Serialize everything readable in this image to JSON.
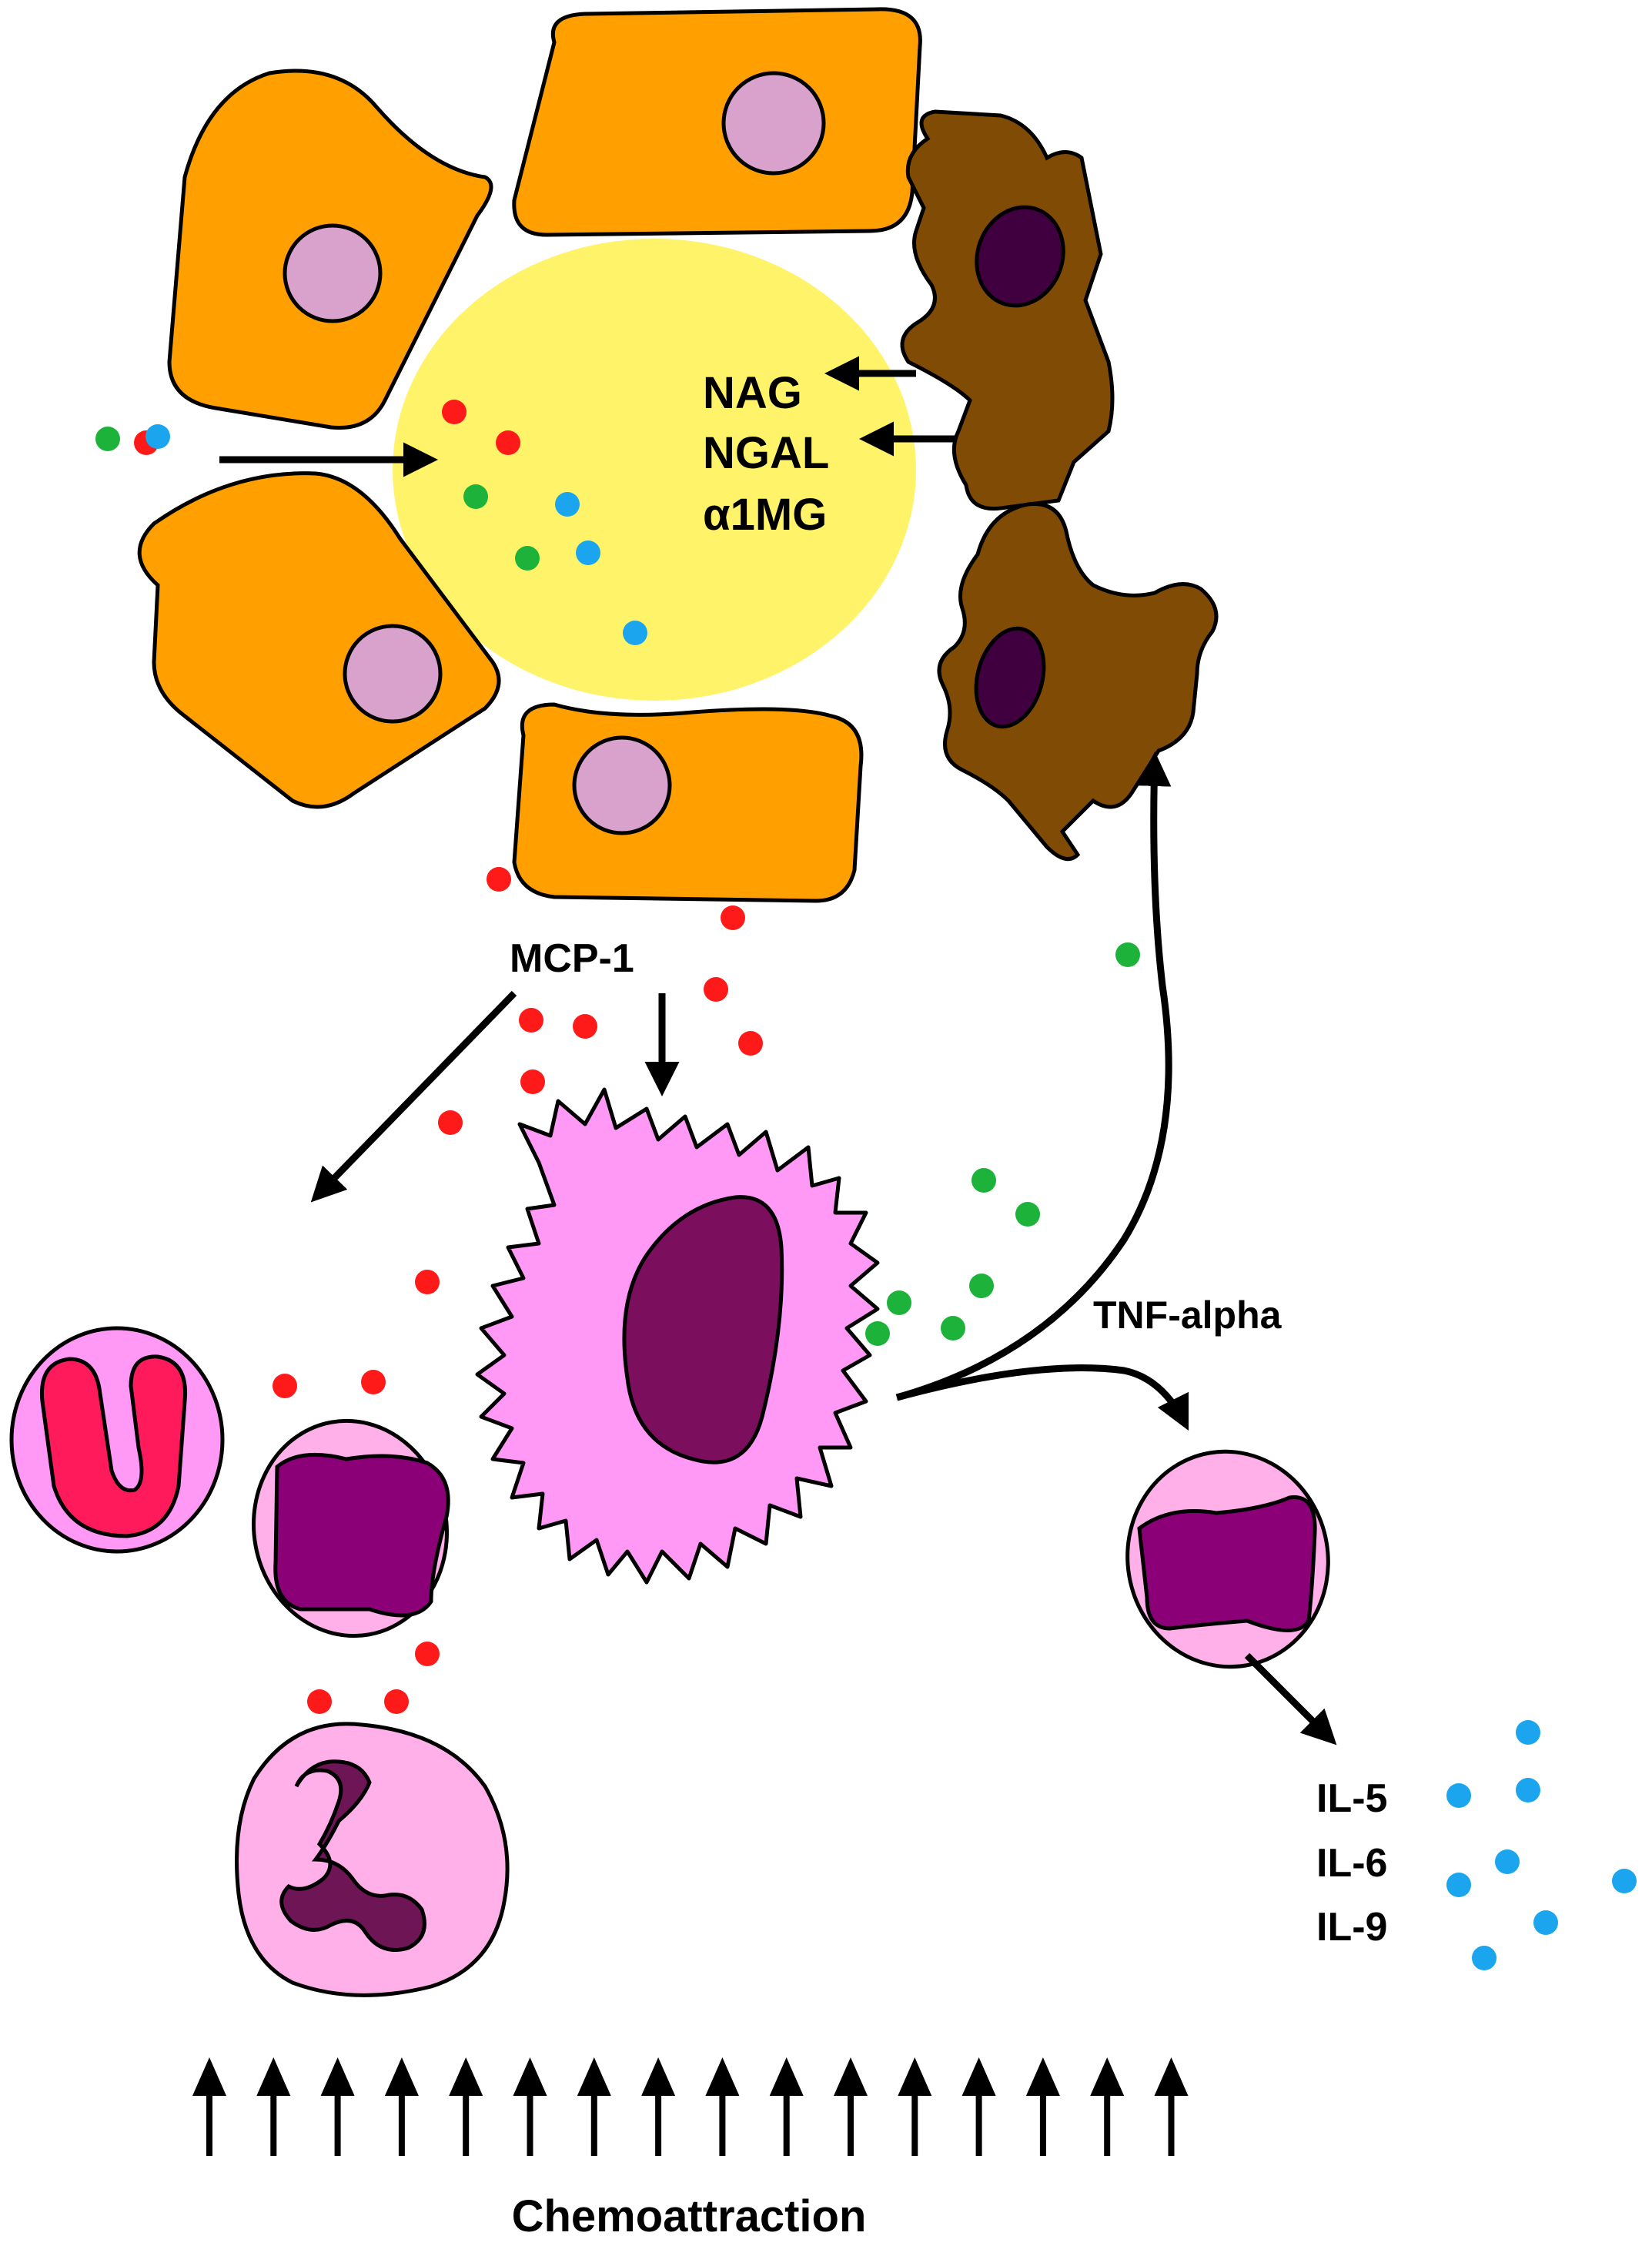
{
  "labels": {
    "nag": "NAG",
    "ngal": "NGAL",
    "a1mg": "α1MG",
    "mcp1": "MCP-1",
    "tnf_alpha": "TNF-alpha",
    "il5": "IL-5",
    "il6": "IL-6",
    "il9": "IL-9",
    "chemoattraction": "Chemoattraction"
  },
  "colors": {
    "tubular_cell": "#FFA000",
    "tubular_nucleus": "#D8A2CC",
    "lumen": "#FFF36A",
    "macrophage_brown": "#804C05",
    "dark_nucleus": "#400040",
    "dendritic_cell": "#FF99F5",
    "dendritic_nucleus": "#7B0F5E",
    "lymphocyte": "#FFB0E8",
    "lymphocyte_nucleus": "#8B0077",
    "eosinophil_nucleus": "#FF1A5C",
    "neutrophil_nucleus": "#6E1555",
    "dot_red": "#FF1A1A",
    "dot_green": "#1DB33A",
    "dot_blue": "#1AA5EE"
  },
  "icons": [
    "tubular-epithelial-cell",
    "tubular-nucleus",
    "lumen",
    "macrophage",
    "dendritic-cell",
    "eosinophil",
    "lymphocyte",
    "neutrophil",
    "cytokine-dot",
    "arrow"
  ]
}
